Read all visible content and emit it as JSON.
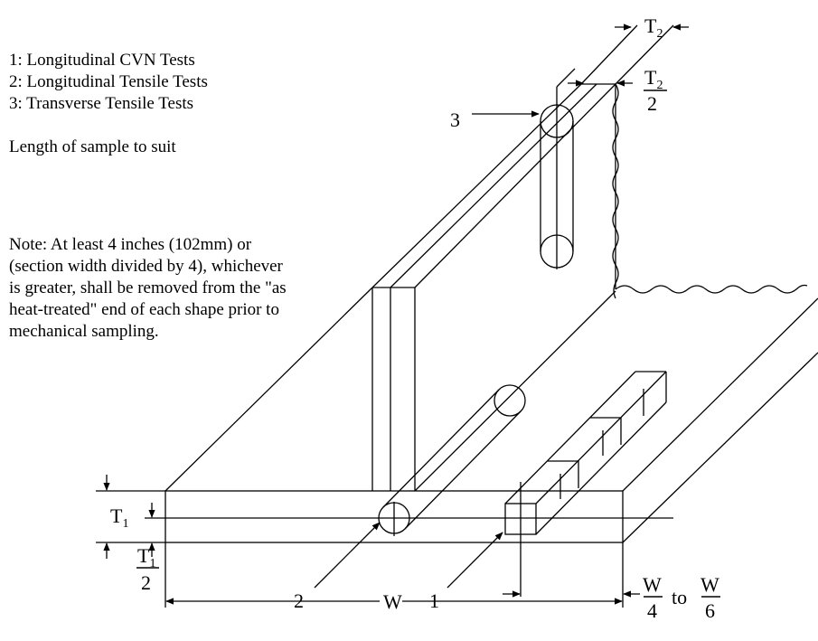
{
  "legend": {
    "item1": "1: Longitudinal CVN Tests",
    "item2": "2: Longitudinal Tensile Tests",
    "item3": "3: Transverse Tensile Tests",
    "length": "Length of sample to suit"
  },
  "note": {
    "lines": [
      "Note: At least 4 inches",
      "(102mm) or (section width",
      "divided by 4), whichever is",
      "greater, shall be removed from",
      "the \"as heat-treated\" end of",
      "each shape prior to",
      "mechanical sampling."
    ]
  },
  "labels": {
    "callout1": "1",
    "callout2": "2",
    "callout3": "3",
    "t1_base": "T",
    "t1_sub": "1",
    "t1_half_num_base": "T",
    "t1_half_num_sub": "1",
    "t1_half_den": "2",
    "t2_base": "T",
    "t2_sub": "2",
    "t2_half_num_base": "T",
    "t2_half_num_sub": "2",
    "t2_half_den": "2",
    "w_label": "W",
    "w_frac_num": "W",
    "w_frac_den1": "4",
    "w_frac_to": "to",
    "w_frac_num2": "W",
    "w_frac_den2": "6"
  }
}
